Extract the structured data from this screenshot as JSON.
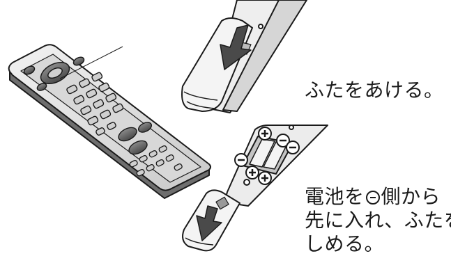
{
  "instructions": {
    "step1": "ふたをあける。",
    "step2_line1_before": "電池を",
    "step2_line1_after": "側から",
    "step2_line2": "先に入れ、ふたを",
    "step2_line3": "しめる。"
  },
  "icons": [
    "remote-control-icon",
    "lid-open-arrow-icon",
    "battery-insert-icon",
    "lid-close-arrow-icon",
    "minus-terminal-icon"
  ],
  "colors": {
    "line": "#1a1a1a",
    "body_fill": "#e4e4e4",
    "shade": "#9a9a9a",
    "dark": "#555555"
  }
}
